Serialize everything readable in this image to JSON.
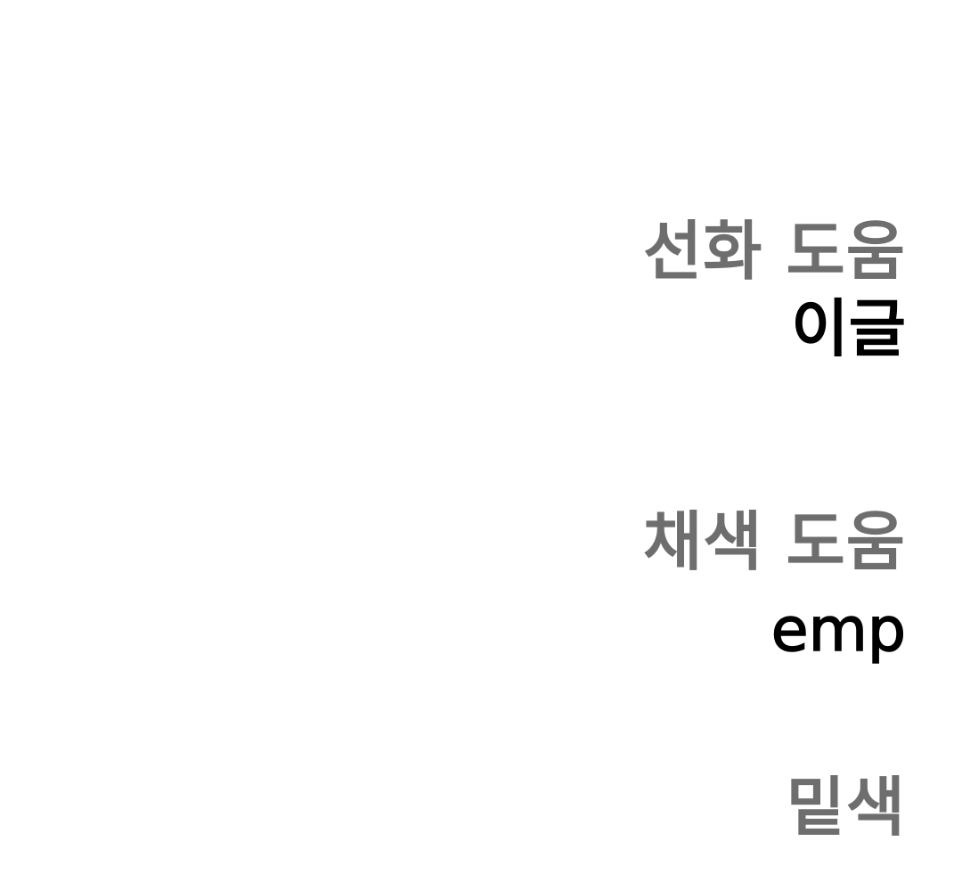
{
  "credits": {
    "lineart": {
      "role": "선화 도움",
      "name": "이글"
    },
    "coloring": {
      "role": "채색 도움",
      "name": "emp"
    },
    "base_color": {
      "role": "밑색"
    }
  },
  "colors": {
    "background": "#ffffff",
    "role_text": "#6e6e6e",
    "name_text": "#000000"
  }
}
